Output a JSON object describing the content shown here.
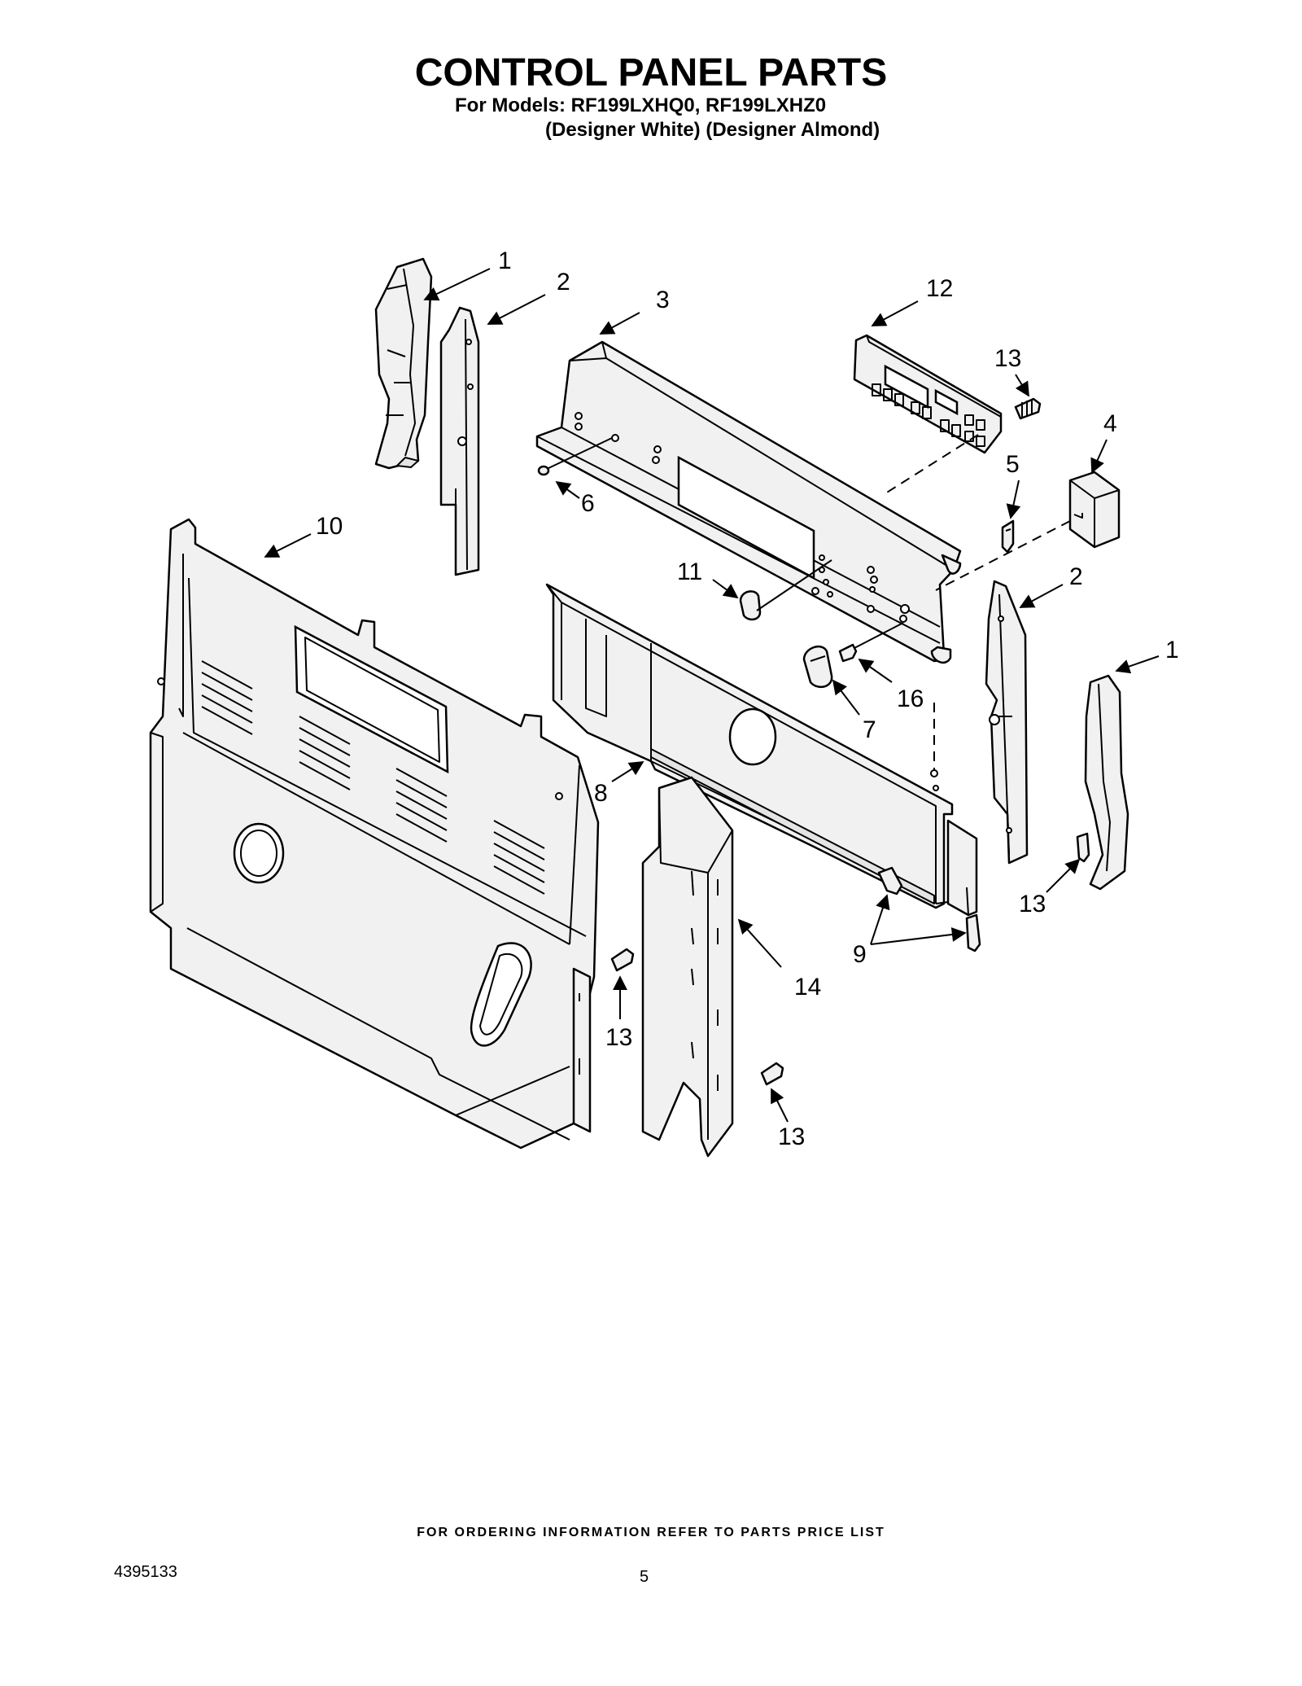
{
  "header": {
    "title": "CONTROL PANEL PARTS",
    "models_line": "For Models: RF199LXHQ0, RF199LXHZ0",
    "colors_line": "(Designer White) (Designer Almond)"
  },
  "callouts": [
    {
      "id": "c-1-top",
      "label": "1"
    },
    {
      "id": "c-2-top",
      "label": "2"
    },
    {
      "id": "c-3",
      "label": "3"
    },
    {
      "id": "c-12",
      "label": "12"
    },
    {
      "id": "c-13-top",
      "label": "13"
    },
    {
      "id": "c-4",
      "label": "4"
    },
    {
      "id": "c-5",
      "label": "5"
    },
    {
      "id": "c-6",
      "label": "6"
    },
    {
      "id": "c-10",
      "label": "10"
    },
    {
      "id": "c-11",
      "label": "11"
    },
    {
      "id": "c-2-right",
      "label": "2"
    },
    {
      "id": "c-1-right",
      "label": "1"
    },
    {
      "id": "c-16",
      "label": "16"
    },
    {
      "id": "c-7",
      "label": "7"
    },
    {
      "id": "c-8",
      "label": "8"
    },
    {
      "id": "c-13-right",
      "label": "13"
    },
    {
      "id": "c-9",
      "label": "9"
    },
    {
      "id": "c-14",
      "label": "14"
    },
    {
      "id": "c-13-left",
      "label": "13"
    },
    {
      "id": "c-13-bottom",
      "label": "13"
    }
  ],
  "footer": {
    "ordering_note": "FOR ORDERING INFORMATION REFER TO PARTS PRICE LIST",
    "doc_number": "4395133",
    "page_number": "5"
  }
}
